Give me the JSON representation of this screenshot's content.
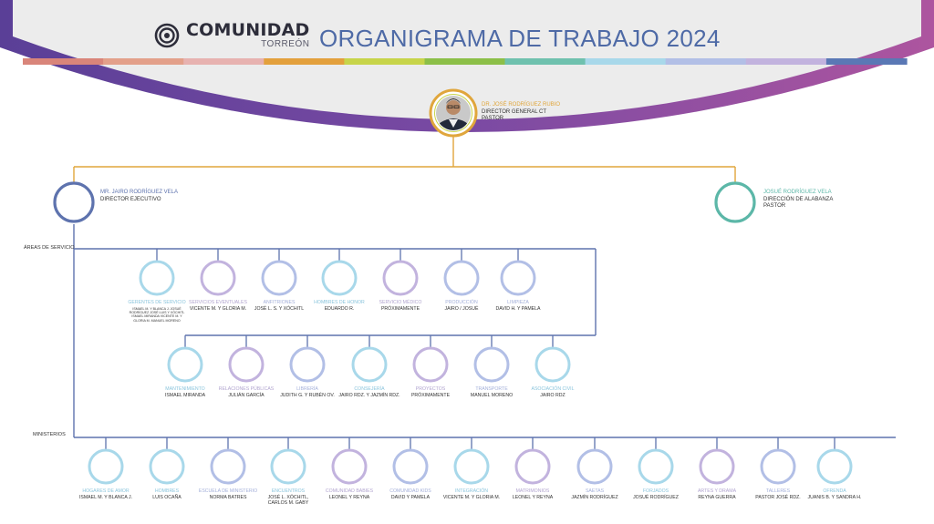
{
  "header": {
    "logo_icon": "concentric-circles-logo-icon",
    "logo_main": "COMUNIDAD",
    "logo_sub": "TORREÓN",
    "title": "ORGANIGRAMA DE TRABAJO 2024",
    "stripe_colors": [
      "#d9857a",
      "#e3a08a",
      "#e7b2b0",
      "#e3a03c",
      "#c7d44a",
      "#8cbf48",
      "#6fc1ae",
      "#a8d8ea",
      "#b2bfe6",
      "#c2b3de",
      "#5a78b5"
    ]
  },
  "colors": {
    "arc_purple": "#6b4fa3",
    "arc_magenta": "#a8519c",
    "line_gold": "#e0a63c",
    "line_blue": "#5e73ae",
    "ring_blue": "#a8d8ea",
    "ring_purple": "#c2b3de",
    "ring_periwinkle": "#b2bfe6",
    "teal": "#5cb7a8"
  },
  "director": {
    "name": "DR. JOSÉ RODRÍGUEZ RUBIO",
    "role1": "DIRECTOR GENERAL CT",
    "role2": "PASTOR",
    "photo_icon": "director-portrait-icon"
  },
  "executive": {
    "name": "MR. JAIRO RODRÍGUEZ VELA",
    "role1": "DIRECTOR EJECUTIVO"
  },
  "worship": {
    "name": "JOSUÉ RODRÍGUEZ VELA",
    "role1": "DIRECCIÓN DE ALABANZA",
    "role2": "PASTOR"
  },
  "sections": {
    "service_areas": "ÁREAS DE SERVICIO",
    "ministries": "MINISTERIOS"
  },
  "service_row1": [
    {
      "title": "GERENTES DE SERVICIO",
      "people": "ISMAEL M. Y BLANCA J. JOSUÉ RODRÍGUEZ JOSÉ LUIS Y XÓCHITL ISMAEL MIRANDA VICENTE M. Y GLORIA M. MANUEL MORENO",
      "color": "blue"
    },
    {
      "title": "SERVICIOS EVENTUALES",
      "people": "VICENTE M. Y GLORIA M.",
      "color": "purple"
    },
    {
      "title": "ANFITRIONES",
      "people": "JOSÉ L. S. Y XÓCHITL",
      "color": "per"
    },
    {
      "title": "HOMBRES DE HONOR",
      "people": "EDUARDO R.",
      "color": "blue"
    },
    {
      "title": "SERVICIO MÉDICO",
      "people": "PRÓXIMAMENTE",
      "color": "purple"
    },
    {
      "title": "PRODUCCIÓN",
      "people": "JAIRO / JOSUÉ",
      "color": "per"
    },
    {
      "title": "LIMPIEZA",
      "people": "DAVID H. Y PAMELA",
      "color": "per"
    }
  ],
  "service_row2": [
    {
      "title": "MANTENIMIENTO",
      "people": "ISMAEL MIRANDA",
      "color": "blue"
    },
    {
      "title": "RELACIONES PÚBLICAS",
      "people": "JULIÁN GARCÍA",
      "color": "purple"
    },
    {
      "title": "LIBRERÍA",
      "people": "JUDITH G. Y RUBÉN OV.",
      "color": "per"
    },
    {
      "title": "CONSEJERÍA",
      "people": "JAIRO RDZ. Y JAZMÍN RDZ.",
      "color": "blue"
    },
    {
      "title": "PROYECTOS",
      "people": "PRÓXIMAMENTE",
      "color": "purple"
    },
    {
      "title": "TRANSPORTE",
      "people": "MANUEL MORENO",
      "color": "per"
    },
    {
      "title": "ASOCIACIÓN CIVIL",
      "people": "JAIRO RDZ",
      "color": "blue"
    }
  ],
  "ministries": [
    {
      "title": "HOGARES DE AMOR",
      "people": "ISMAEL M. Y BLANCA J.",
      "color": "blue"
    },
    {
      "title": "HOMBRES",
      "people": "LUIS OCAÑA",
      "color": "blue"
    },
    {
      "title": "ESCUELA DE MINISTERIO",
      "people": "NORMA BATRES",
      "color": "per"
    },
    {
      "title": "ENCUENTROS",
      "people": "JOSÉ L. XÓCHITL, CARLOS M. GABY",
      "color": "blue"
    },
    {
      "title": "COMUNIDAD BABIES",
      "people": "LEONEL Y REYNA",
      "color": "purple"
    },
    {
      "title": "COMUNIDAD KIDS",
      "people": "DAVID Y PAMELA",
      "color": "per"
    },
    {
      "title": "INTEGRACIÓN",
      "people": "VICENTE M. Y GLORIA M.",
      "color": "blue"
    },
    {
      "title": "MATRIMONIOS",
      "people": "LEONEL Y REYNA",
      "color": "purple"
    },
    {
      "title": "SAETAS",
      "people": "JAZMÍN RODRÍGUEZ",
      "color": "per"
    },
    {
      "title": "FORJADOS",
      "people": "JOSUÉ RODRÍGUEZ",
      "color": "blue"
    },
    {
      "title": "ARTES Y DRAMA",
      "people": "REYNA GUERRA",
      "color": "purple"
    },
    {
      "title": "TALLERES",
      "people": "PASTOR JOSÉ RDZ.",
      "color": "per"
    },
    {
      "title": "OFRENDA",
      "people": "JUANIS B. Y SANDRA H.",
      "color": "blue"
    }
  ]
}
